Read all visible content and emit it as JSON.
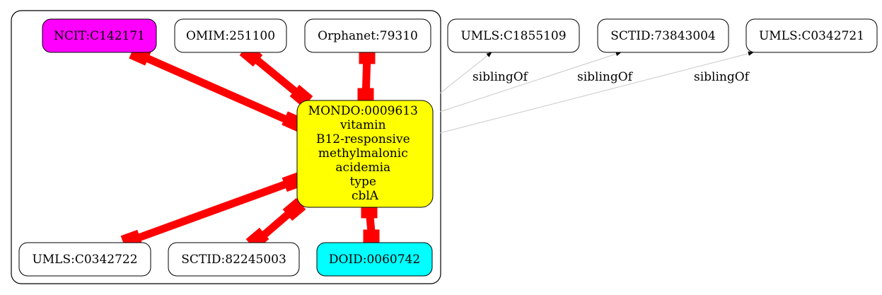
{
  "nodes": {
    "ncit": {
      "label": "NCIT:C142171",
      "fill": "#ff00ff"
    },
    "omim": {
      "label": "OMIM:251100",
      "fill": "#ffffff"
    },
    "orphanet": {
      "label": "Orphanet:79310",
      "fill": "#ffffff"
    },
    "umls1855": {
      "label": "UMLS:C1855109",
      "fill": "#ffffff"
    },
    "sctid7384": {
      "label": "SCTID:73843004",
      "fill": "#ffffff"
    },
    "umls0342721": {
      "label": "UMLS:C0342721",
      "fill": "#ffffff"
    },
    "mondo": {
      "lines": [
        "MONDO:0009613",
        "vitamin",
        "B12-responsive",
        "methylmalonic",
        "acidemia",
        "type",
        "cblA"
      ],
      "fill": "#ffff00"
    },
    "umls0342722": {
      "label": "UMLS:C0342722",
      "fill": "#ffffff"
    },
    "sctid8224": {
      "label": "SCTID:82245003",
      "fill": "#ffffff"
    },
    "doid": {
      "label": "DOID:0060742",
      "fill": "#00ffff"
    }
  },
  "edges": {
    "sibling_label": "siblingOf",
    "equivalence_color": "#ff0000",
    "sibling_color": "#c8c8c8"
  }
}
